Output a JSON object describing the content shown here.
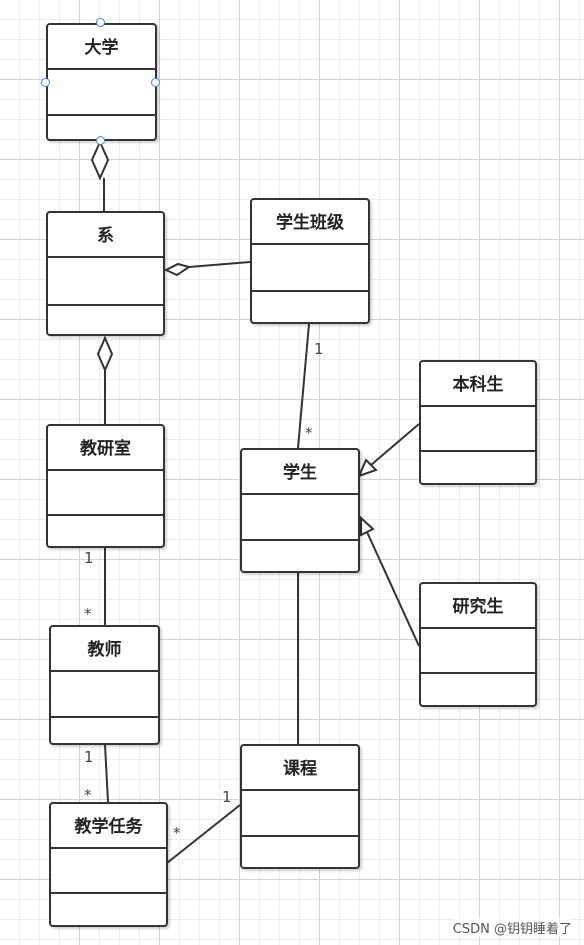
{
  "classes": {
    "university": "大学",
    "department": "系",
    "student_class": "学生班级",
    "teaching_office": "教研室",
    "student": "学生",
    "undergraduate": "本科生",
    "graduate": "研究生",
    "teacher": "教师",
    "course": "课程",
    "teaching_task": "教学任务"
  },
  "multiplicities": {
    "class_student_one": "1",
    "class_student_many": "*",
    "office_teacher_one": "1",
    "office_teacher_many": "*",
    "teacher_task_one": "1",
    "teacher_task_many": "*",
    "course_task_one": "1",
    "course_task_many": "*"
  },
  "watermark": "CSDN @钥钥睡着了",
  "colors": {
    "stroke": "#333333",
    "selection_handle": "#3d8ae6",
    "grid_major": "#d2d2d2",
    "grid_minor": "#ececec"
  }
}
